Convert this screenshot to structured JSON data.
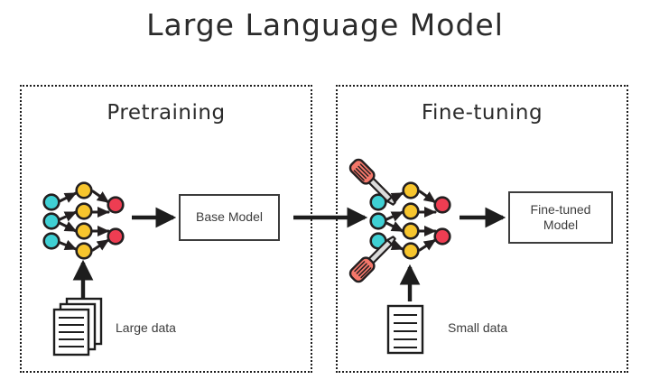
{
  "title": "Large Language Model",
  "panels": [
    {
      "id": "pretraining",
      "heading": "Pretraining",
      "model_box": {
        "lines": [
          "Base Model"
        ]
      },
      "data_label": "Large data",
      "data_icon": "document-stack-icon",
      "network_icon": "neural-network-icon"
    },
    {
      "id": "fine-tuning",
      "heading": "Fine-tuning",
      "model_box": {
        "lines": [
          "Fine-tuned",
          "Model"
        ]
      },
      "data_label": "Small data",
      "data_icon": "document-single-icon",
      "network_icon": "neural-network-tuning-icon",
      "tool_icon": "screwdriver-icon"
    }
  ],
  "network": {
    "layers": [
      {
        "name": "input-layer",
        "count": 3,
        "color": "#3fd0d4"
      },
      {
        "name": "hidden-layer",
        "count": 4,
        "color": "#f7c52d"
      },
      {
        "name": "output-layer",
        "count": 2,
        "color": "#ee3d52"
      }
    ],
    "node_outline": "#231f20"
  },
  "colors": {
    "cyan": "#3fd0d4",
    "yellow": "#f7c52d",
    "red": "#ee3d52",
    "screwdriver_handle": "#f4776a",
    "screwdriver_shaft": "#d8d8d8",
    "outline": "#231f20",
    "arrow": "#1d1d1d",
    "panel_border": "#1d1d1d",
    "box_border": "#3c3c3c",
    "text": "#3c3c3c",
    "background": "#ffffff"
  },
  "arrows": [
    {
      "name": "arrow-network-to-base-model",
      "direction": "right"
    },
    {
      "name": "arrow-base-model-to-finetune-network",
      "direction": "right"
    },
    {
      "name": "arrow-finetune-network-to-finetuned-model",
      "direction": "right"
    },
    {
      "name": "arrow-large-data-to-network",
      "direction": "up"
    },
    {
      "name": "arrow-small-data-to-network",
      "direction": "up"
    }
  ]
}
